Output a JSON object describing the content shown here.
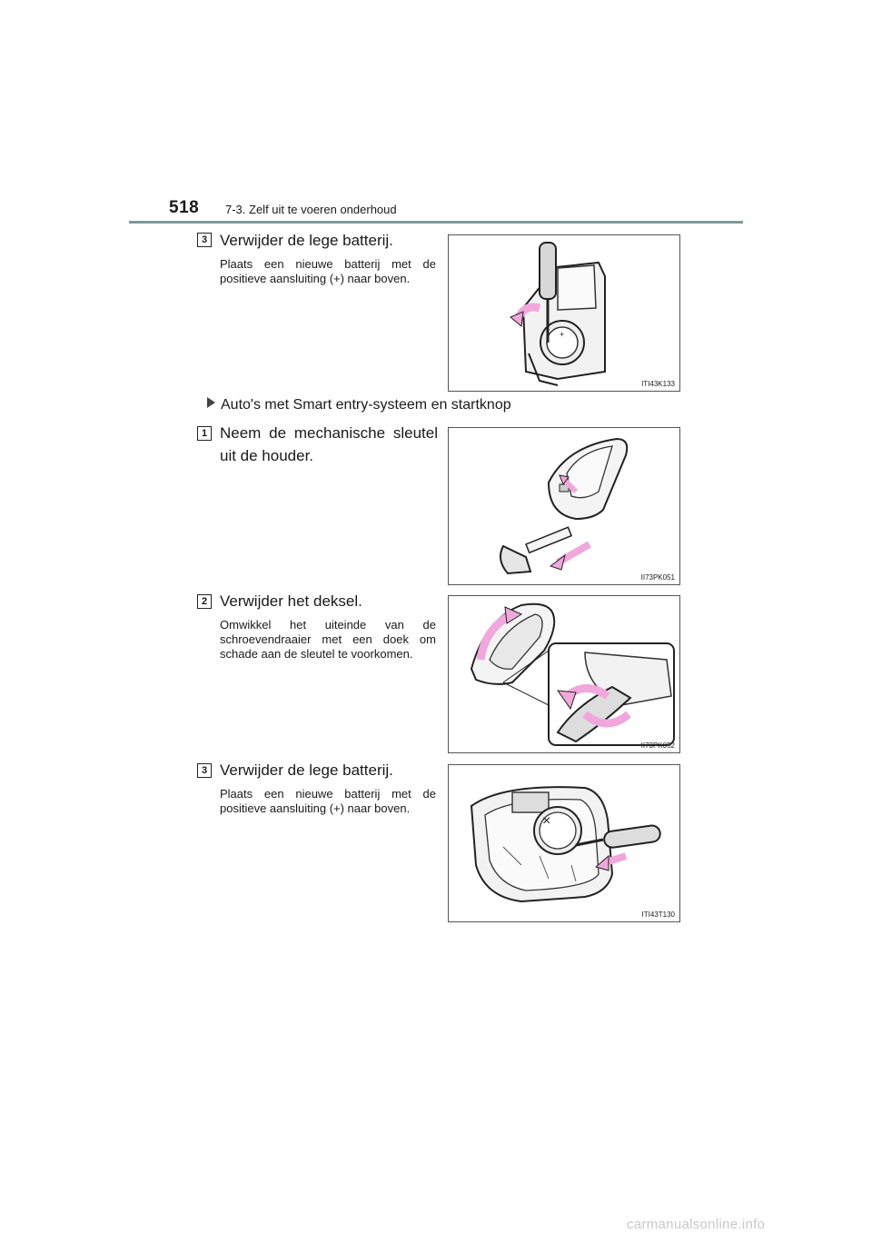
{
  "header": {
    "page_number": "518",
    "section": "7-3. Zelf uit te voeren onderhoud"
  },
  "steps_top": [
    {
      "number": "3",
      "title": "Verwijder de lege batterij.",
      "body": "Plaats een nieuwe batterij met de positieve aansluiting (+) naar boven.",
      "figure_code": "ITI43K133"
    }
  ],
  "subheading": "Auto's met Smart entry-systeem en startknop",
  "steps_smart": [
    {
      "number": "1",
      "title": "Neem de mechanische sleutel uit de houder.",
      "figure_code": "II73PK051"
    },
    {
      "number": "2",
      "title": "Verwijder het deksel.",
      "body": "Omwikkel het uiteinde van de schroevendraaier met een doek om schade aan de sleutel te voorkomen.",
      "figure_code": "II73PK052"
    },
    {
      "number": "3",
      "title": "Verwijder de lege batterij.",
      "body": "Plaats een nieuwe batterij met de positieve aansluiting (+) naar boven.",
      "figure_code": "ITI43T130"
    }
  ],
  "watermark": "carmanualsonline.info",
  "colors": {
    "header_rule": "#7f9a97",
    "arrow_pink": "#f0a8dc"
  }
}
